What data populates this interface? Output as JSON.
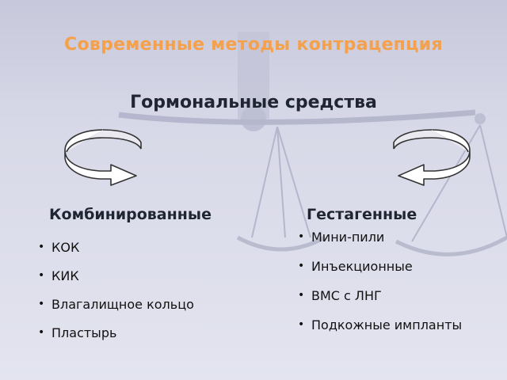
{
  "slide": {
    "title": "Современные методы контрацепция",
    "subtitle": "Гормональные средства",
    "left_column": {
      "heading": "Комбинированные",
      "items": [
        "КОК",
        "КИК",
        "Влагалищное кольцо",
        "Пластырь"
      ]
    },
    "right_column": {
      "heading": "Гестагенные",
      "items": [
        "Мини-пили",
        "Инъекционные",
        "ВМС с ЛНГ",
        "Подкожные импланты"
      ]
    },
    "icons": {
      "left_arrow": "curved-arrow-right-icon",
      "right_arrow": "curved-arrow-left-icon",
      "background": "balance-scale-icon"
    },
    "colors": {
      "title": "#f5a04a",
      "text": "#1f2533",
      "background": "#d4d5e6"
    }
  }
}
